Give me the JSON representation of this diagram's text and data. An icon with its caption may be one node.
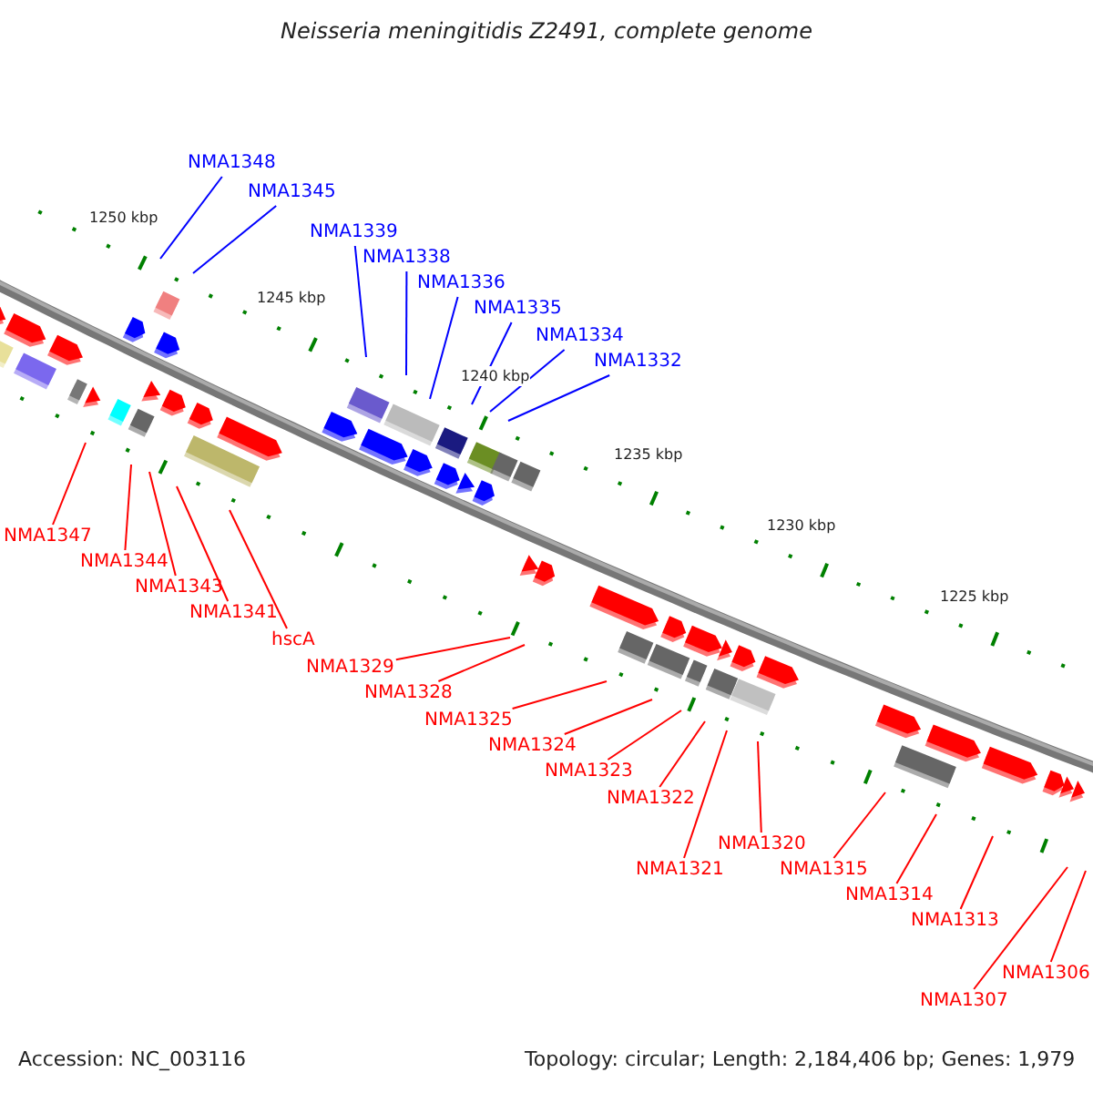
{
  "diagram": {
    "title": "Neisseria meningitidis Z2491, complete genome",
    "nodes": [
      {
        "text": [
          "NMA1348"
        ]
      },
      {
        "text": [
          "NMA1345"
        ]
      },
      {
        "text": [
          "NMA1339"
        ]
      },
      {
        "text": [
          "NMA1338"
        ]
      },
      {
        "text": [
          "NMA1336"
        ]
      },
      {
        "text": [
          "NMA1335"
        ]
      },
      {
        "text": [
          "NMA1334"
        ]
      },
      {
        "text": [
          "NMA1332"
        ]
      },
      {
        "text": [
          "NMA1347"
        ]
      },
      {
        "text": [
          "NMA1344"
        ]
      },
      {
        "text": [
          "NMA1343"
        ]
      },
      {
        "text": [
          "NMA1341"
        ]
      },
      {
        "text": [
          "hscA"
        ]
      },
      {
        "text": [
          "NMA1329"
        ]
      },
      {
        "text": [
          "NMA1328"
        ]
      },
      {
        "text": [
          "NMA1325"
        ]
      },
      {
        "text": [
          "NMA1324"
        ]
      },
      {
        "text": [
          "NMA1323"
        ]
      },
      {
        "text": [
          "NMA1322"
        ]
      },
      {
        "text": [
          "NMA1320"
        ]
      },
      {
        "text": [
          "NMA1321"
        ]
      },
      {
        "text": [
          "NMA1315"
        ]
      },
      {
        "text": [
          "NMA1314"
        ]
      },
      {
        "text": [
          "NMA1313"
        ]
      },
      {
        "text": [
          "NMA1306"
        ]
      },
      {
        "text": [
          "NMA1307"
        ]
      }
    ],
    "edges": [
      {
        "from": 0,
        "to": null,
        "arrow": "none",
        "color": "#0000ff"
      },
      {
        "from": 1,
        "to": null,
        "arrow": "none",
        "color": "#0000ff"
      },
      {
        "from": 2,
        "to": null,
        "arrow": "none",
        "color": "#0000ff"
      },
      {
        "from": 3,
        "to": null,
        "arrow": "none",
        "color": "#0000ff"
      },
      {
        "from": 4,
        "to": null,
        "arrow": "none",
        "color": "#0000ff"
      },
      {
        "from": 5,
        "to": null,
        "arrow": "none",
        "color": "#0000ff"
      },
      {
        "from": 6,
        "to": null,
        "arrow": "none",
        "color": "#0000ff"
      },
      {
        "from": 7,
        "to": null,
        "arrow": "none",
        "color": "#0000ff"
      },
      {
        "from": 8,
        "to": null,
        "arrow": "none"
      },
      {
        "from": 9,
        "to": null,
        "arrow": "none"
      },
      {
        "from": 10,
        "to": null,
        "arrow": "none"
      },
      {
        "from": 11,
        "to": null,
        "arrow": "none"
      },
      {
        "from": 12,
        "to": null,
        "arrow": "none"
      },
      {
        "from": 13,
        "to": null,
        "arrow": "none"
      },
      {
        "from": 14,
        "to": null,
        "arrow": "none"
      },
      {
        "from": 15,
        "to": null,
        "arrow": "none"
      },
      {
        "from": 16,
        "to": null,
        "arrow": "none"
      },
      {
        "from": 17,
        "to": null,
        "arrow": "none"
      },
      {
        "from": 18,
        "to": null,
        "arrow": "none"
      },
      {
        "from": 19,
        "to": null,
        "arrow": "none"
      },
      {
        "from": 20,
        "to": null,
        "arrow": "none"
      },
      {
        "from": 21,
        "to": null,
        "arrow": "none"
      },
      {
        "from": 22,
        "to": null,
        "arrow": "none"
      },
      {
        "from": 23,
        "to": null,
        "arrow": "none"
      },
      {
        "from": 24,
        "to": null,
        "arrow": "none"
      },
      {
        "from": 25,
        "to": null,
        "arrow": "none"
      }
    ],
    "labels": [
      "1250 kbp",
      "1245 kbp",
      "1240 kbp",
      "1235 kbp",
      "1230 kbp",
      "1225 kbp",
      "Accession: NC_003116",
      "Topology: circular; Length: 2,184,406 bp; Genes: 1,979"
    ]
  }
}
